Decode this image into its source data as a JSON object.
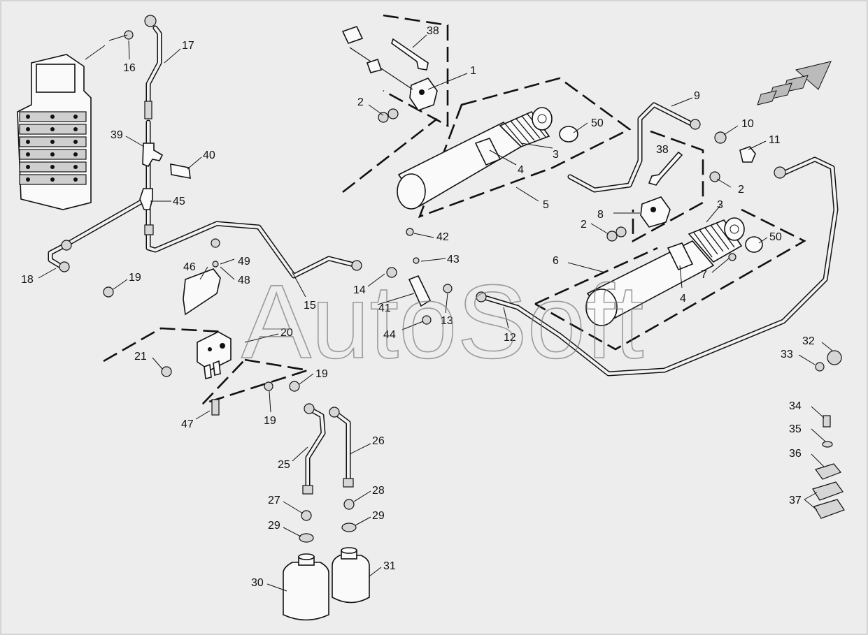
{
  "watermark": "AutoSoft",
  "colors": {
    "background": "#ededed",
    "line": "#111111",
    "part_fill": "#fafafa",
    "watermark": "#777777"
  },
  "callouts": [
    {
      "id": "c1",
      "text": "1"
    },
    {
      "id": "c2a",
      "text": "2"
    },
    {
      "id": "c2b",
      "text": "2"
    },
    {
      "id": "c2c",
      "text": "2"
    },
    {
      "id": "c3a",
      "text": "3"
    },
    {
      "id": "c3b",
      "text": "3"
    },
    {
      "id": "c4a",
      "text": "4"
    },
    {
      "id": "c4b",
      "text": "4"
    },
    {
      "id": "c5",
      "text": "5"
    },
    {
      "id": "c6",
      "text": "6"
    },
    {
      "id": "c7",
      "text": "7"
    },
    {
      "id": "c8",
      "text": "8"
    },
    {
      "id": "c9",
      "text": "9"
    },
    {
      "id": "c10",
      "text": "10"
    },
    {
      "id": "c11",
      "text": "11"
    },
    {
      "id": "c12",
      "text": "12"
    },
    {
      "id": "c13",
      "text": "13"
    },
    {
      "id": "c14",
      "text": "14"
    },
    {
      "id": "c15",
      "text": "15"
    },
    {
      "id": "c16",
      "text": "16"
    },
    {
      "id": "c17",
      "text": "17"
    },
    {
      "id": "c18",
      "text": "18"
    },
    {
      "id": "c19a",
      "text": "19"
    },
    {
      "id": "c19b",
      "text": "19"
    },
    {
      "id": "c19c",
      "text": "19"
    },
    {
      "id": "c20",
      "text": "20"
    },
    {
      "id": "c21",
      "text": "21"
    },
    {
      "id": "c25",
      "text": "25"
    },
    {
      "id": "c26",
      "text": "26"
    },
    {
      "id": "c27",
      "text": "27"
    },
    {
      "id": "c28",
      "text": "28"
    },
    {
      "id": "c29a",
      "text": "29"
    },
    {
      "id": "c29b",
      "text": "29"
    },
    {
      "id": "c30",
      "text": "30"
    },
    {
      "id": "c31",
      "text": "31"
    },
    {
      "id": "c32",
      "text": "32"
    },
    {
      "id": "c33",
      "text": "33"
    },
    {
      "id": "c34",
      "text": "34"
    },
    {
      "id": "c35",
      "text": "35"
    },
    {
      "id": "c36",
      "text": "36"
    },
    {
      "id": "c37",
      "text": "37"
    },
    {
      "id": "c38a",
      "text": "38"
    },
    {
      "id": "c38b",
      "text": "38"
    },
    {
      "id": "c39",
      "text": "39"
    },
    {
      "id": "c40",
      "text": "40"
    },
    {
      "id": "c41",
      "text": "41"
    },
    {
      "id": "c42",
      "text": "42"
    },
    {
      "id": "c43",
      "text": "43"
    },
    {
      "id": "c44",
      "text": "44"
    },
    {
      "id": "c45",
      "text": "45"
    },
    {
      "id": "c46",
      "text": "46"
    },
    {
      "id": "c47",
      "text": "47"
    },
    {
      "id": "c48",
      "text": "48"
    },
    {
      "id": "c49",
      "text": "49"
    },
    {
      "id": "c50a",
      "text": "50"
    },
    {
      "id": "c50b",
      "text": "50"
    }
  ]
}
